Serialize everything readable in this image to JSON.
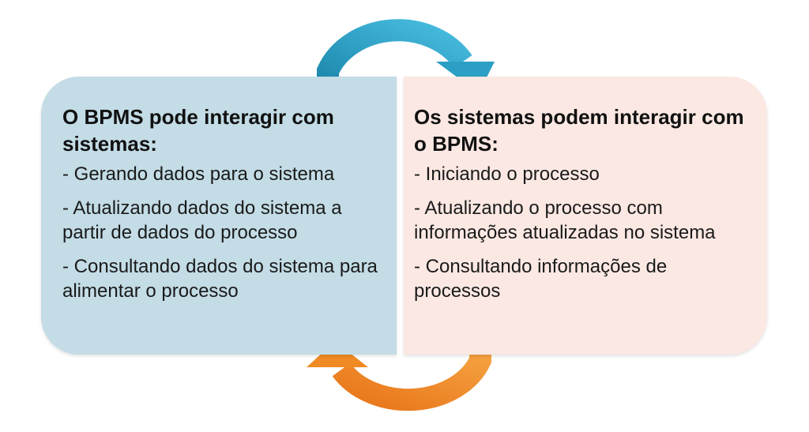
{
  "colors": {
    "left_panel": "#c3dce6",
    "right_panel": "#fbe8e3",
    "top_arrow": "#2b9fc4",
    "bottom_arrow": "#f08a24"
  },
  "icons": {
    "top_arrow": "curved-arrow-right-icon",
    "bottom_arrow": "curved-arrow-left-icon"
  },
  "left": {
    "heading": "O BPMS pode interagir com sistemas:",
    "items": [
      "- Gerando dados para o sistema",
      "- Atualizando dados do sistema a partir de dados do processo",
      "- Consultando dados do sistema para alimentar o processo"
    ]
  },
  "right": {
    "heading": "Os sistemas podem interagir com o BPMS:",
    "items": [
      "- Iniciando o processo",
      "- Atualizando o processo com informações atualizadas no sistema",
      "- Consultando informações de processos"
    ]
  }
}
